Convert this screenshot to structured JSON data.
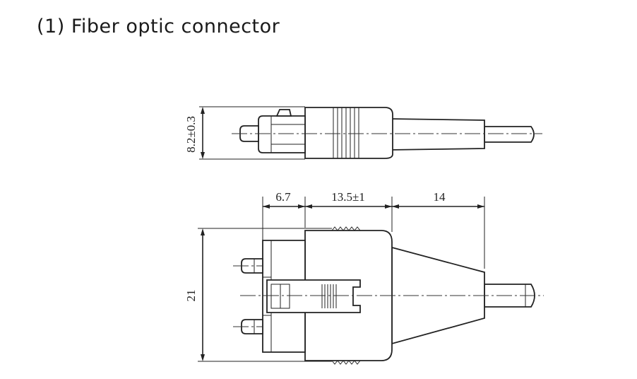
{
  "title": "(1) Fiber optic connector",
  "dimensions": {
    "side_height": "8.2±0.3",
    "front_length": "6.7",
    "body_length": "13.5±1",
    "boot_length": "14",
    "overall_height": "21"
  }
}
